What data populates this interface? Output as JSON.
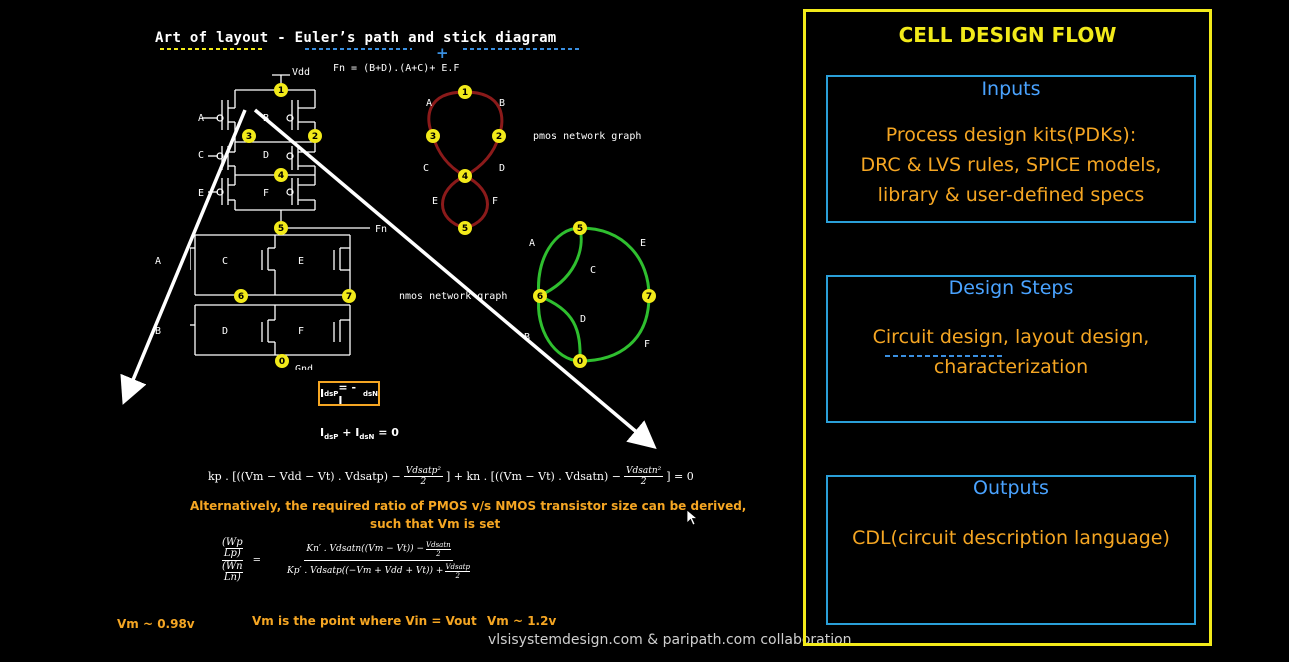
{
  "title": "Art of layout - Euler’s path and stick diagram",
  "fn_equation": "Fn = (B+D).(A+C)+ E.F",
  "vdd_label": "Vdd",
  "fn_out_label": "Fn",
  "gnd_label": "Gnd",
  "pmos_label": "pmos network graph",
  "nmos_label": "nmos network graph",
  "plus_sign": "+",
  "node_labels": {
    "n1": "1",
    "n2": "2",
    "n3": "3",
    "n4": "4",
    "n5": "5",
    "n6": "6",
    "n7": "7",
    "n0": "0"
  },
  "gate_labels": {
    "A": "A",
    "B": "B",
    "C": "C",
    "D": "D",
    "E": "E",
    "F": "F"
  },
  "ids_box": "I_dsP = - I_dsN",
  "ids_box_parts": {
    "i1": "I",
    "s1": "dsP",
    "mid": " = - I",
    "s2": "dsN"
  },
  "ids_sum_parts": {
    "i1": "I",
    "s1": "dsP",
    "mid": " + I",
    "s2": "dsN",
    "end": " = 0"
  },
  "kp_equation": "kp . [((Vm − Vdd − Vt) . Vdsatp) − Vdsatp²/2] + kn . [((Vm − Vt) . Vdsatn) − Vdsatn²/2] = 0",
  "kp_parts": {
    "a": "kp . [((Vm − Vdd − Vt) . Vdsatp) −",
    "f1n": "Vdsatp²",
    "f1d": "2",
    "b": "] + kn . [((Vm − Vt) . Vdsatn) −",
    "f2n": "Vdsatn²",
    "f2d": "2",
    "c": "] = 0"
  },
  "alt_text_line1": "Alternatively, the required ratio of PMOS v/s NMOS transistor size can be derived,",
  "alt_text_line2": "such that Vm is set",
  "ratio_parts": {
    "wp": "Wp",
    "lp": "Lp",
    "wn": "Wn",
    "ln": "Ln",
    "eq": "=",
    "num": "Kn′ . Vdsatn((Vm − Vt)) −",
    "num_f_n": "Vdsatn",
    "num_f_d": "2",
    "den": "Kp′ . Vdsatp((−Vm + Vdd + Vt)) +",
    "den_f_n": "Vdsatp",
    "den_f_d": "2"
  },
  "vm_left": "Vm ~ 0.98v",
  "vm_mid": "Vm is the point where Vin = Vout",
  "vm_right": "Vm ~ 1.2v",
  "footer": "vlsisystemdesign.com & paripath.com collaboration",
  "panel": {
    "title": "CELL DESIGN FLOW",
    "inputs_head": "Inputs",
    "inputs_l1": "Process design kits(PDKs):",
    "inputs_l2": "DRC & LVS rules, SPICE models,",
    "inputs_l3": "library & user-defined specs",
    "steps_head": "Design Steps",
    "steps_l1": "Circuit design, layout design,",
    "steps_l2": "characterization",
    "outputs_head": "Outputs",
    "outputs_l1": "CDL(circuit description language)"
  },
  "colors": {
    "node_yellow": "#f2ea1a",
    "pmos_graph": "#8b1a1a",
    "nmos_graph": "#2fbf2f",
    "accent_orange": "#f5a623",
    "box_blue": "#2a9fd8",
    "head_blue": "#4aa3ff",
    "panel_yellow": "#f2ea1a",
    "dash_blue": "#3a8fe0",
    "dash_yellow": "#f2ea1a"
  }
}
